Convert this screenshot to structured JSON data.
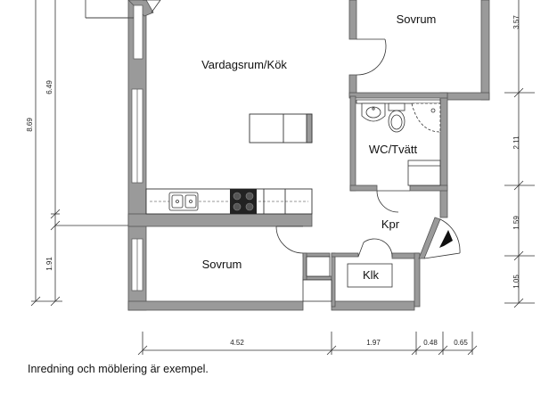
{
  "rooms": {
    "sovrum_top": "Sovrum",
    "vardagsrum": "Vardagsrum/Kök",
    "wc": "WC/Tvätt",
    "kpr": "Kpr",
    "sovrum_bottom": "Sovrum",
    "klk": "Klk"
  },
  "dimensions": {
    "left_upper": "6.49",
    "left_total": "8.69",
    "left_lower": "1.91",
    "right_top": "3.57",
    "right_mid": "2.11",
    "right_lower": "1.59",
    "right_bottom": "1.05",
    "bottom_1": "4.52",
    "bottom_2": "1.97",
    "bottom_3": "0.48",
    "bottom_4": "0.65"
  },
  "note": "Inredning och möblering är exempel.",
  "colors": {
    "wall": "#9a9a9a",
    "wall_edge": "#555555",
    "line": "#333333"
  }
}
